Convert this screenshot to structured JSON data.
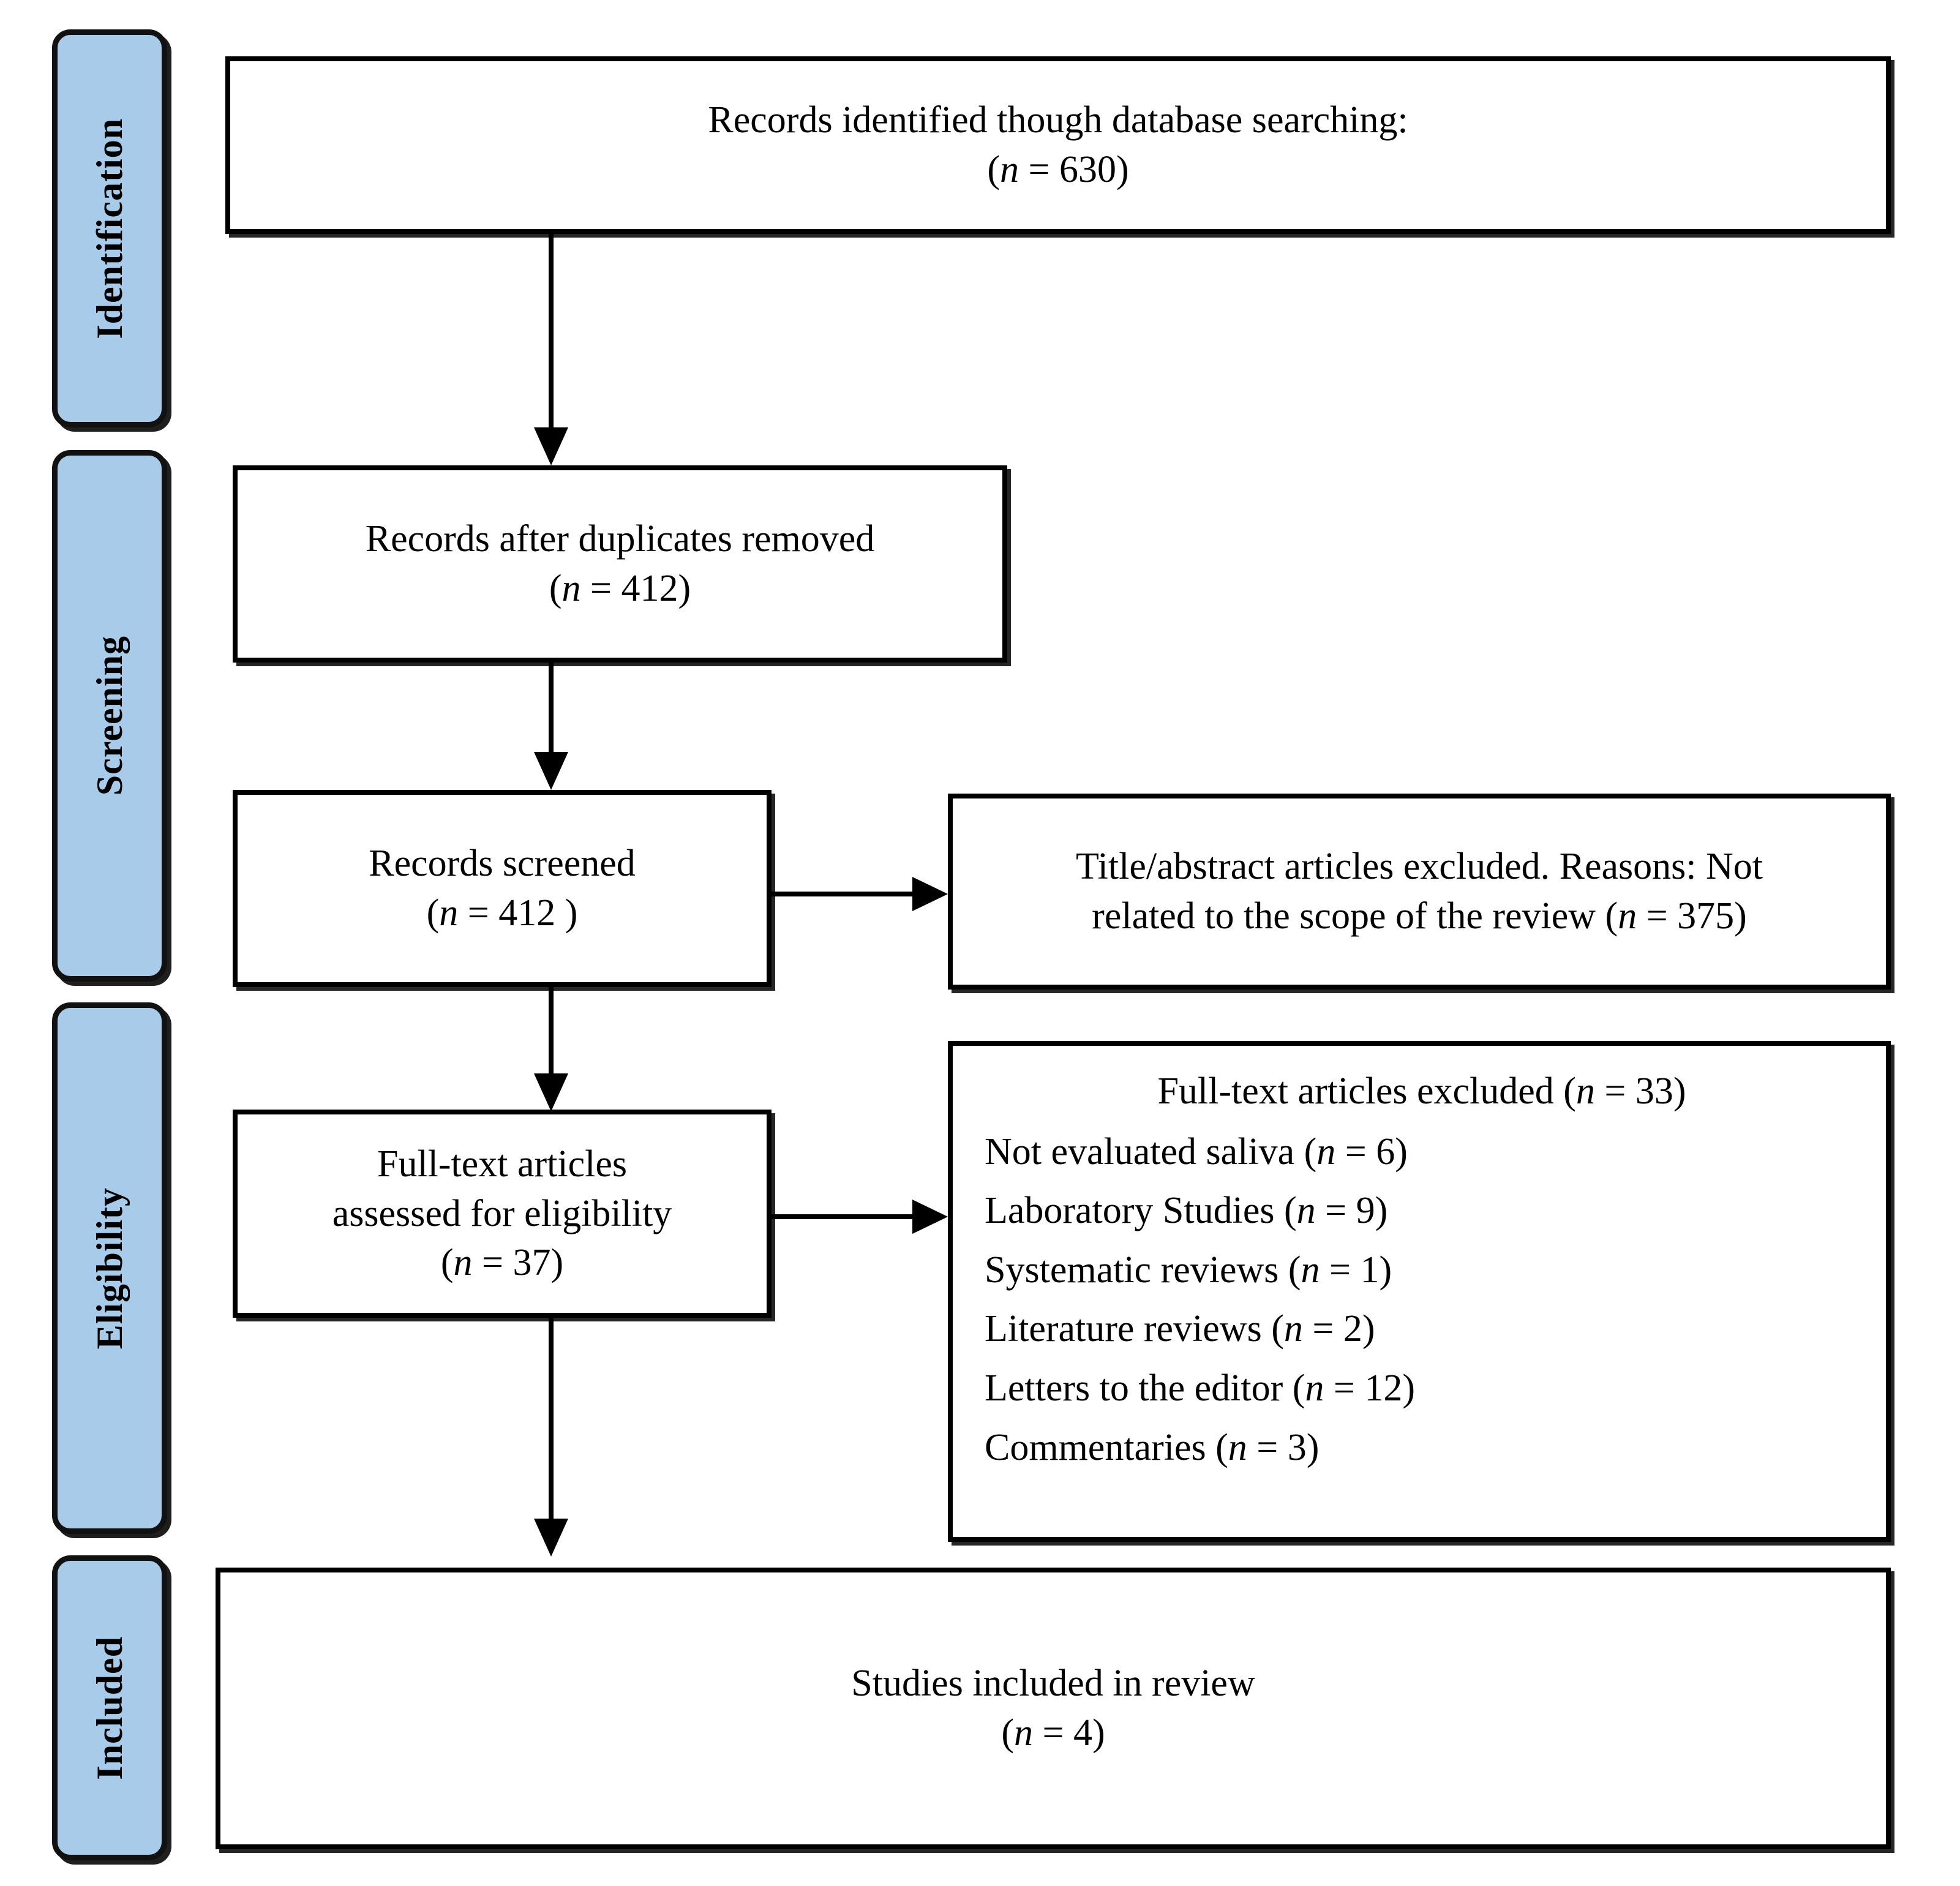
{
  "diagram": {
    "title": "PRISMA flow diagram",
    "accent_color": "#a7cbe8",
    "line_color": "#000000",
    "background": "#ffffff"
  },
  "stages": [
    {
      "id": "identification",
      "label": "Identification"
    },
    {
      "id": "screening",
      "label": "Screening"
    },
    {
      "id": "eligibility",
      "label": "Eligibility"
    },
    {
      "id": "included",
      "label": "Included"
    }
  ],
  "boxes": {
    "identified": {
      "line1": "Records identified though database searching:",
      "line2_open": "(",
      "line2_n": "n",
      "line2_rest": " = 630)"
    },
    "duplicates_removed": {
      "line1": "Records after duplicates removed",
      "line2_open": "(",
      "line2_n": "n",
      "line2_rest": " = 412)"
    },
    "screened": {
      "line1": "Records screened",
      "line2_open": "(",
      "line2_n": "n",
      "line2_rest": " = 412 )"
    },
    "title_abstract_excluded": {
      "line1": "Title/abstract articles excluded. Reasons: Not",
      "line2_a": "related to the scope of the review (",
      "line2_n": "n",
      "line2_b": " = 375)"
    },
    "fulltext_assessed": {
      "line1": "Full-text articles",
      "line2": "assessed for eligibility",
      "line3_open": "(",
      "line3_n": "n",
      "line3_rest": " = 37)"
    },
    "fulltext_excluded": {
      "heading_a": "Full-text articles excluded (",
      "heading_n": "n",
      "heading_b": " = 33)",
      "items": [
        {
          "label": "Not evaluated saliva (",
          "n": "n",
          "value": " = 6)"
        },
        {
          "label": "Laboratory Studies (",
          "n": "n",
          "value": " = 9)"
        },
        {
          "label": "Systematic reviews (",
          "n": "n",
          "value": " = 1)"
        },
        {
          "label": "Literature reviews (",
          "n": "n",
          "value": " = 2)"
        },
        {
          "label": "Letters to the editor (",
          "n": "n",
          "value": " = 12)"
        },
        {
          "label": "Commentaries (",
          "n": "n",
          "value": " = 3)"
        }
      ]
    },
    "included_studies": {
      "line1": "Studies included in review",
      "line2_open": "(",
      "line2_n": "n",
      "line2_rest": " = 4)"
    }
  },
  "counts": {
    "identified": 630,
    "after_duplicates": 412,
    "screened": 412,
    "title_abstract_excluded": 375,
    "fulltext_assessed": 37,
    "fulltext_excluded_total": 33,
    "not_evaluated_saliva": 6,
    "laboratory_studies": 9,
    "systematic_reviews": 1,
    "literature_reviews": 2,
    "letters_to_editor": 12,
    "commentaries": 3,
    "included": 4
  }
}
